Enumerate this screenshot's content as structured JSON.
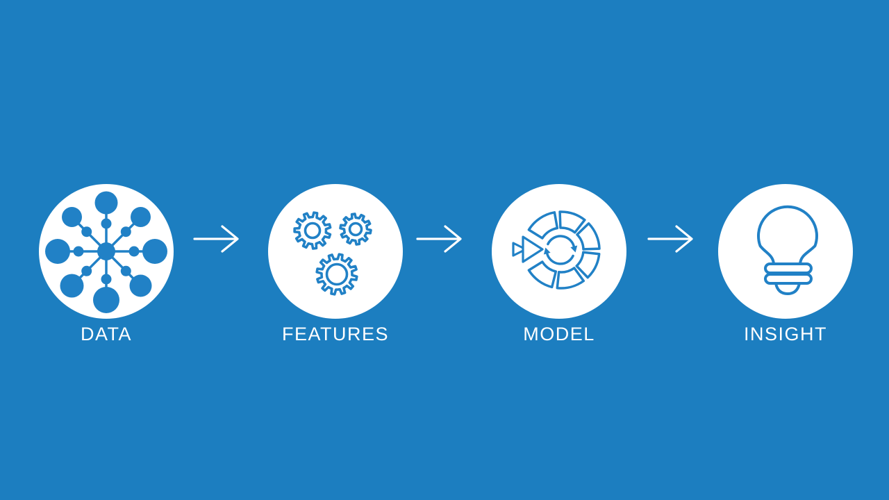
{
  "diagram": {
    "stages": [
      {
        "label": "DATA",
        "icon": "data-network-icon"
      },
      {
        "label": "FEATURES",
        "icon": "gears-icon"
      },
      {
        "label": "MODEL",
        "icon": "model-cycle-icon"
      },
      {
        "label": "INSIGHT",
        "icon": "lightbulb-icon"
      }
    ],
    "connector_icon": "arrow-right-icon"
  },
  "colors": {
    "background": "#1C7EC0",
    "icon": "#2181C6",
    "disc": "#FFFFFF",
    "text": "#FFFFFF"
  }
}
